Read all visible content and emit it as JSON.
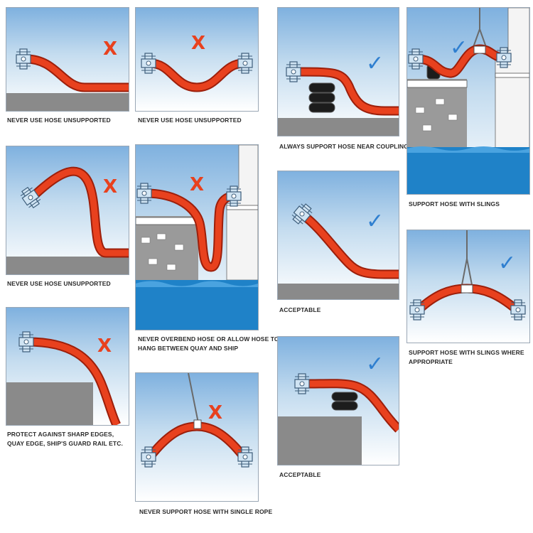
{
  "colors": {
    "hose": "#e8411e",
    "hose_edge": "#9c1f0b",
    "bad_mark": "#e8411e",
    "good_mark": "#2f7fd0",
    "ground": "#8a8a8a",
    "water": "#1f82c8",
    "coupling": "#d0e4f3"
  },
  "marks": {
    "bad": "X",
    "good": "✓"
  },
  "captions": {
    "p1": "NEVER USE HOSE UNSUPPORTED",
    "p2": "NEVER USE HOSE UNSUPPORTED",
    "p3": "NEVER USE HOSE UNSUPPORTED",
    "p4_line1": "PROTECT AGAINST SHARP EDGES,",
    "p4_line2": "QUAY EDGE, SHIP'S GUARD RAIL ETC.",
    "p5_line1": "NEVER OVERBEND HOSE OR ALLOW HOSE TO",
    "p5_line2": "HANG BETWEEN QUAY AND SHIP",
    "p6": "NEVER SUPPORT HOSE WITH SINGLE ROPE",
    "p7": "ALWAYS SUPPORT HOSE NEAR COUPLING",
    "p8": "ACCEPTABLE",
    "p9": "ACCEPTABLE",
    "p10": "SUPPORT HOSE WITH SLINGS",
    "p11_line1": "SUPPORT HOSE WITH SLINGS WHERE",
    "p11_line2": "APPROPRIATE"
  }
}
